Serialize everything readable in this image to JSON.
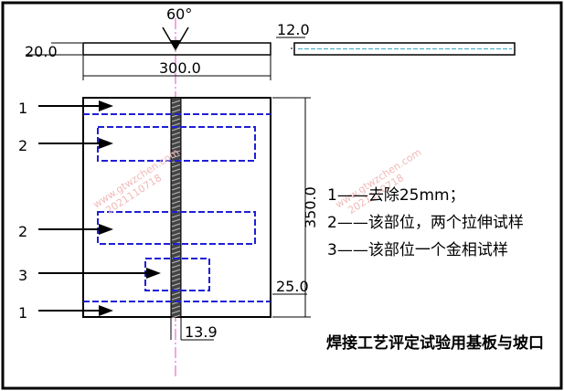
{
  "top_view": {
    "angle_label": "60°",
    "thickness_label": "20.0",
    "width_label": "300.0",
    "side_thickness_label": "12.0"
  },
  "plate": {
    "length_label": "350.0",
    "strip_label": "25.0",
    "weld_width_label": "13.9",
    "markers": [
      "1",
      "2",
      "2",
      "3",
      "1"
    ]
  },
  "legend": {
    "line1": "1——去除25mm；",
    "line2": "2——该部位，两个拉伸试样",
    "line3": "3——该部位一个金相试样"
  },
  "caption": "焊接工艺评定试验用基板与坡口",
  "watermark": {
    "line_a": "www.gtwzchen.com",
    "line_b": "2021110718"
  },
  "colors": {
    "frame": "#000000",
    "cut_lines": "#1f1fd6",
    "centerline": "#e04fc8",
    "side_fill": "#3aa9c4"
  }
}
